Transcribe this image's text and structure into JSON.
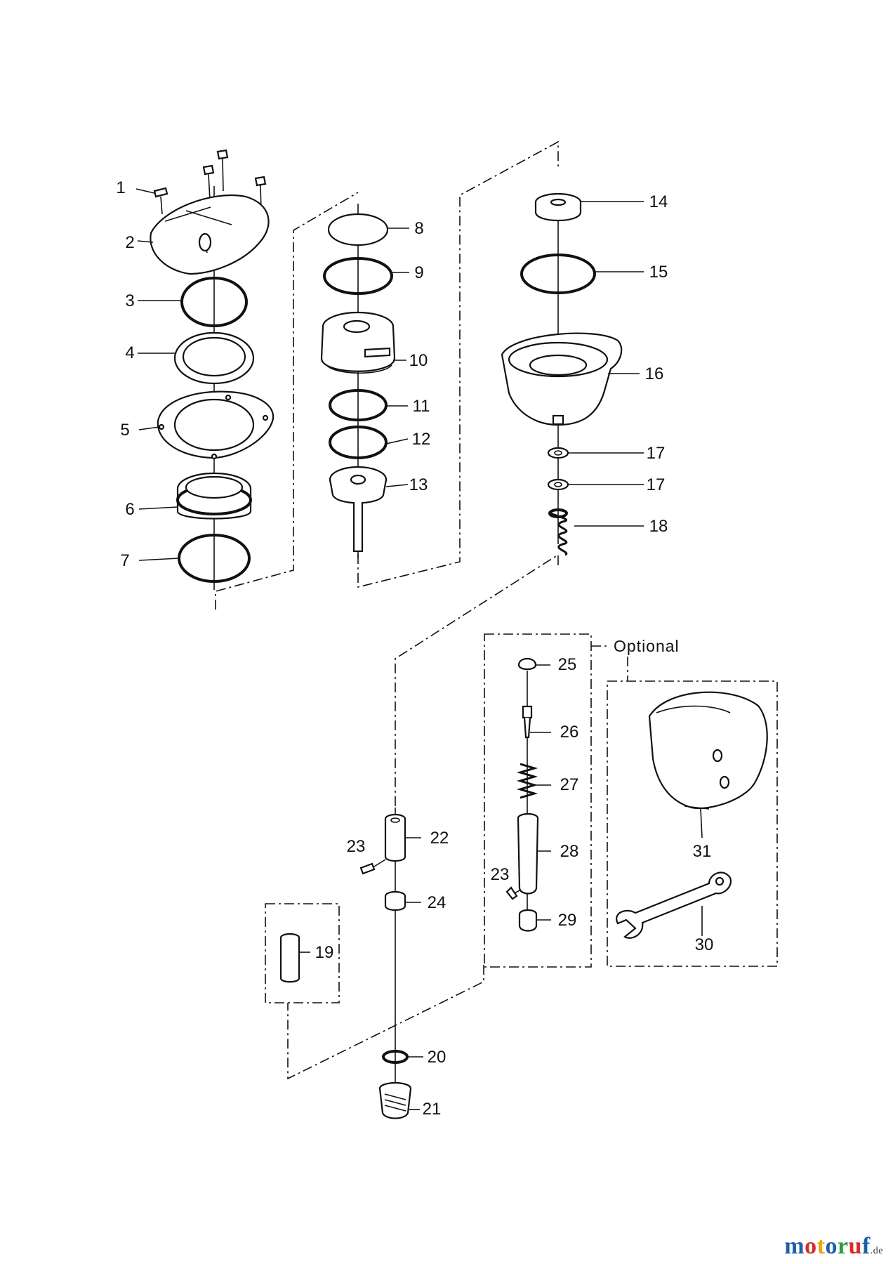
{
  "callouts": [
    {
      "id": "c1",
      "text": "1"
    },
    {
      "id": "c2",
      "text": "2"
    },
    {
      "id": "c3",
      "text": "3"
    },
    {
      "id": "c4",
      "text": "4"
    },
    {
      "id": "c5",
      "text": "5"
    },
    {
      "id": "c6",
      "text": "6"
    },
    {
      "id": "c7",
      "text": "7"
    },
    {
      "id": "c8",
      "text": "8"
    },
    {
      "id": "c9",
      "text": "9"
    },
    {
      "id": "c10",
      "text": "10"
    },
    {
      "id": "c11",
      "text": "11"
    },
    {
      "id": "c12",
      "text": "12"
    },
    {
      "id": "c13",
      "text": "13"
    },
    {
      "id": "c14",
      "text": "14"
    },
    {
      "id": "c15",
      "text": "15"
    },
    {
      "id": "c16",
      "text": "16"
    },
    {
      "id": "c17a",
      "text": "17"
    },
    {
      "id": "c17b",
      "text": "17"
    },
    {
      "id": "c18",
      "text": "18"
    },
    {
      "id": "c19",
      "text": "19"
    },
    {
      "id": "c20",
      "text": "20"
    },
    {
      "id": "c21",
      "text": "21"
    },
    {
      "id": "c22",
      "text": "22"
    },
    {
      "id": "c23a",
      "text": "23"
    },
    {
      "id": "c23b",
      "text": "23"
    },
    {
      "id": "c24",
      "text": "24"
    },
    {
      "id": "c25",
      "text": "25"
    },
    {
      "id": "c26",
      "text": "26"
    },
    {
      "id": "c27",
      "text": "27"
    },
    {
      "id": "c28",
      "text": "28"
    },
    {
      "id": "c29",
      "text": "29"
    },
    {
      "id": "c30",
      "text": "30"
    },
    {
      "id": "c31",
      "text": "31"
    }
  ],
  "optional_label": "Optional",
  "watermark": {
    "letters": [
      {
        "ch": "m",
        "color": "#1f5fa8"
      },
      {
        "ch": "o",
        "color": "#d62b2b"
      },
      {
        "ch": "t",
        "color": "#f0a500"
      },
      {
        "ch": "o",
        "color": "#1f5fa8"
      },
      {
        "ch": "r",
        "color": "#2e9a3a"
      },
      {
        "ch": "u",
        "color": "#d62b2b"
      },
      {
        "ch": "f",
        "color": "#1f5fa8"
      }
    ],
    "suffix": ".de"
  }
}
